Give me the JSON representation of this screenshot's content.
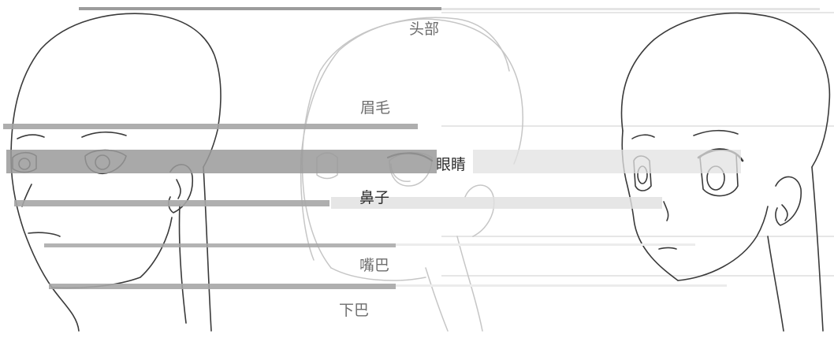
{
  "labels": {
    "head": "头部",
    "eyebrow": "眉毛",
    "eyes": "眼睛",
    "nose": "鼻子",
    "mouth": "嘴巴",
    "chin": "下巴"
  },
  "colors": {
    "line": "#3a3a3a",
    "guide_dark": "#9c9c9c",
    "guide_mid": "#b0b0b0",
    "guide_light": "#dddddd",
    "label_dark": "#2b2b2b",
    "label_light": "#6e6e6e"
  }
}
